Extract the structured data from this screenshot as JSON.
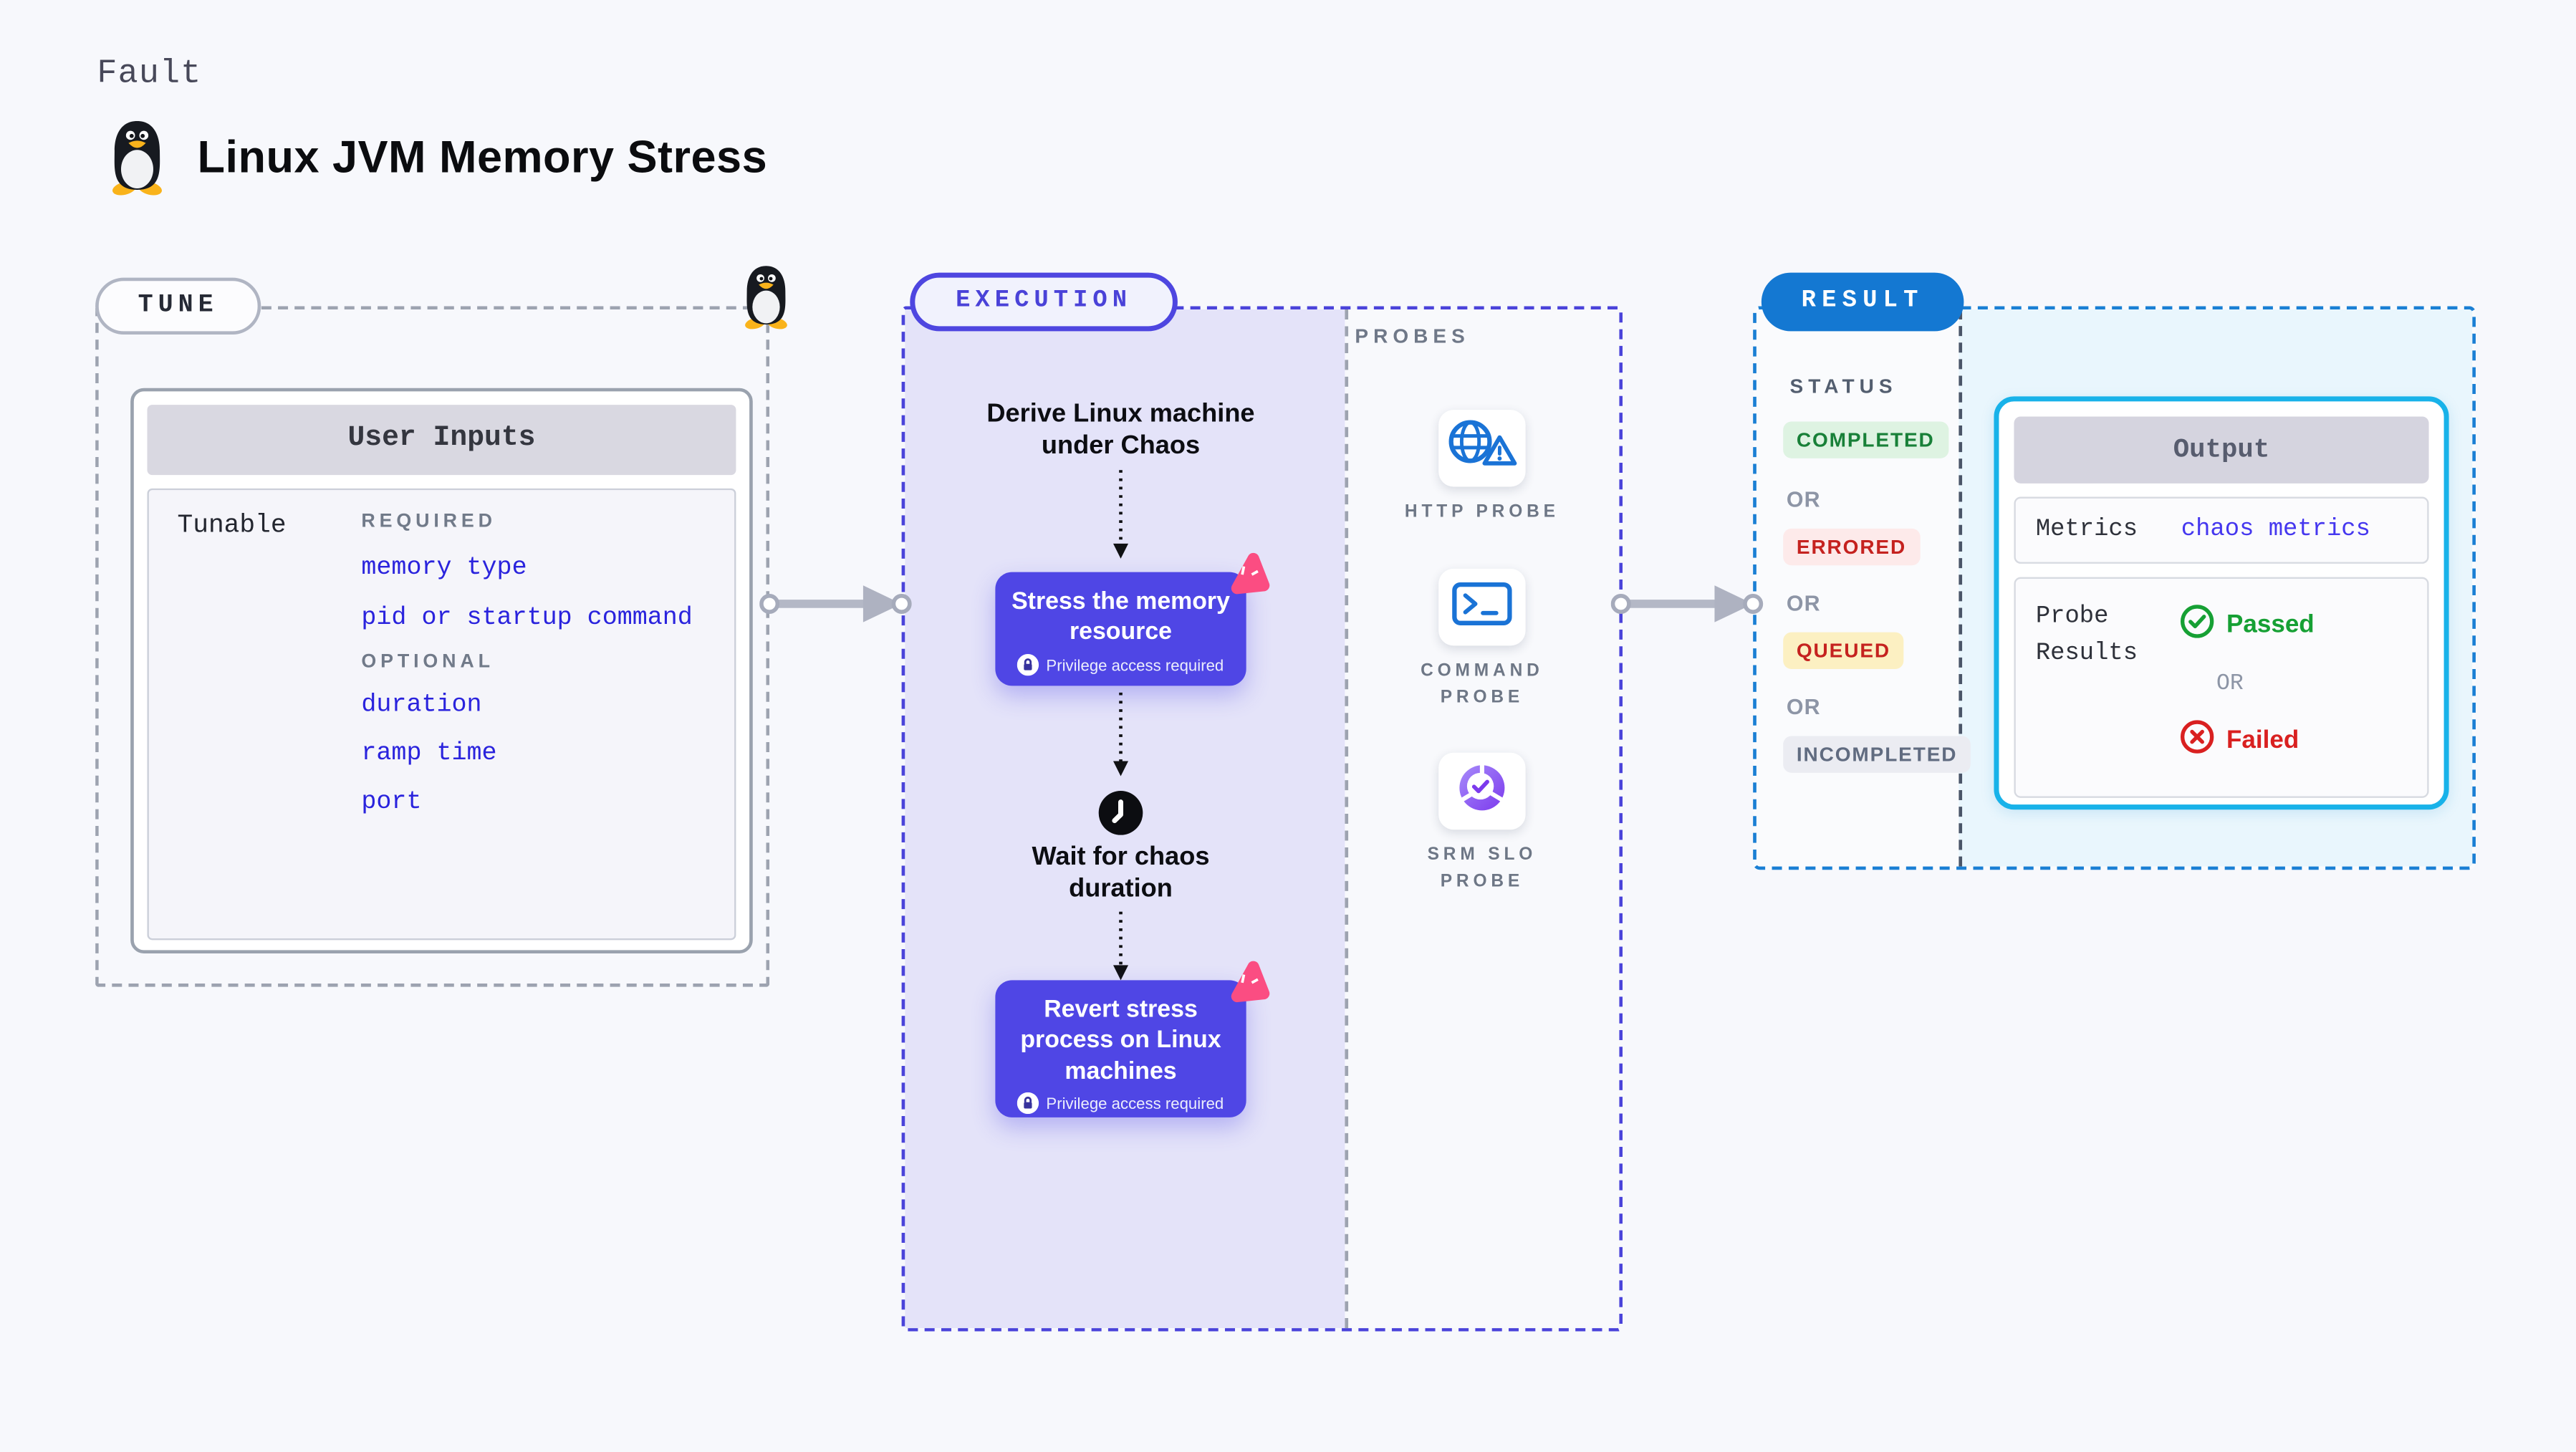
{
  "page": {
    "kicker": "Fault",
    "title": "Linux JVM Memory Stress"
  },
  "tune": {
    "label": "TUNE",
    "card": {
      "header": "User Inputs",
      "row_label": "Tunable",
      "required_label": "REQUIRED",
      "required_items": [
        "memory type",
        "pid or startup command"
      ],
      "optional_label": "OPTIONAL",
      "optional_items": [
        "duration",
        "ramp time",
        "port"
      ]
    }
  },
  "execution": {
    "label": "EXECUTION",
    "flow": {
      "derive": "Derive Linux machine under Chaos",
      "stress": "Stress the memory resource",
      "wait": "Wait for chaos duration",
      "revert": "Revert stress process on Linux machines",
      "privilege_note": "Privilege access required"
    },
    "probes": {
      "label": "PROBES",
      "items": [
        {
          "label": "HTTP PROBE",
          "icon": "globe-alert-icon"
        },
        {
          "label": "COMMAND PROBE",
          "icon": "terminal-icon"
        },
        {
          "label": "SRM SLO PROBE",
          "icon": "slo-donut-icon"
        }
      ]
    }
  },
  "result": {
    "label": "RESULT",
    "status": {
      "label": "STATUS",
      "or_label": "OR",
      "badges": [
        {
          "label": "COMPLETED",
          "fg": "#188038",
          "bg": "#def3e2"
        },
        {
          "label": "ERRORED",
          "fg": "#c5221f",
          "bg": "#fdeaea"
        },
        {
          "label": "QUEUED",
          "fg": "#c5221f",
          "bg": "#fcf0c2"
        },
        {
          "label": "INCOMPLETED",
          "fg": "#606b80",
          "bg": "#ebecf2"
        }
      ]
    },
    "output": {
      "header": "Output",
      "metrics_label": "Metrics",
      "metrics_value": "chaos metrics",
      "probe_results_label": "Probe Results",
      "passed_label": "Passed",
      "or_label": "OR",
      "failed_label": "Failed"
    }
  },
  "colors": {
    "page_bg": "#f7f8fc",
    "accent_indigo": "#4f46e5",
    "execution_panel_bg": "#e4e3f9",
    "chaos_pink": "#fb4d82",
    "tune_border_gray": "#9da3b0",
    "result_border_blue": "#1a7fd4",
    "result_pill_bg": "#1478d2",
    "result_panel_bg": "#e9f6fd",
    "output_border_cyan": "#18b2e9",
    "probe_icon_blue": "#1a73d6",
    "slo_purple": "#7c3aed",
    "param_link_blue": "#2a23dd",
    "metrics_link_blue": "#4537ef",
    "passed_green": "#16a034",
    "failed_red": "#d92020"
  }
}
